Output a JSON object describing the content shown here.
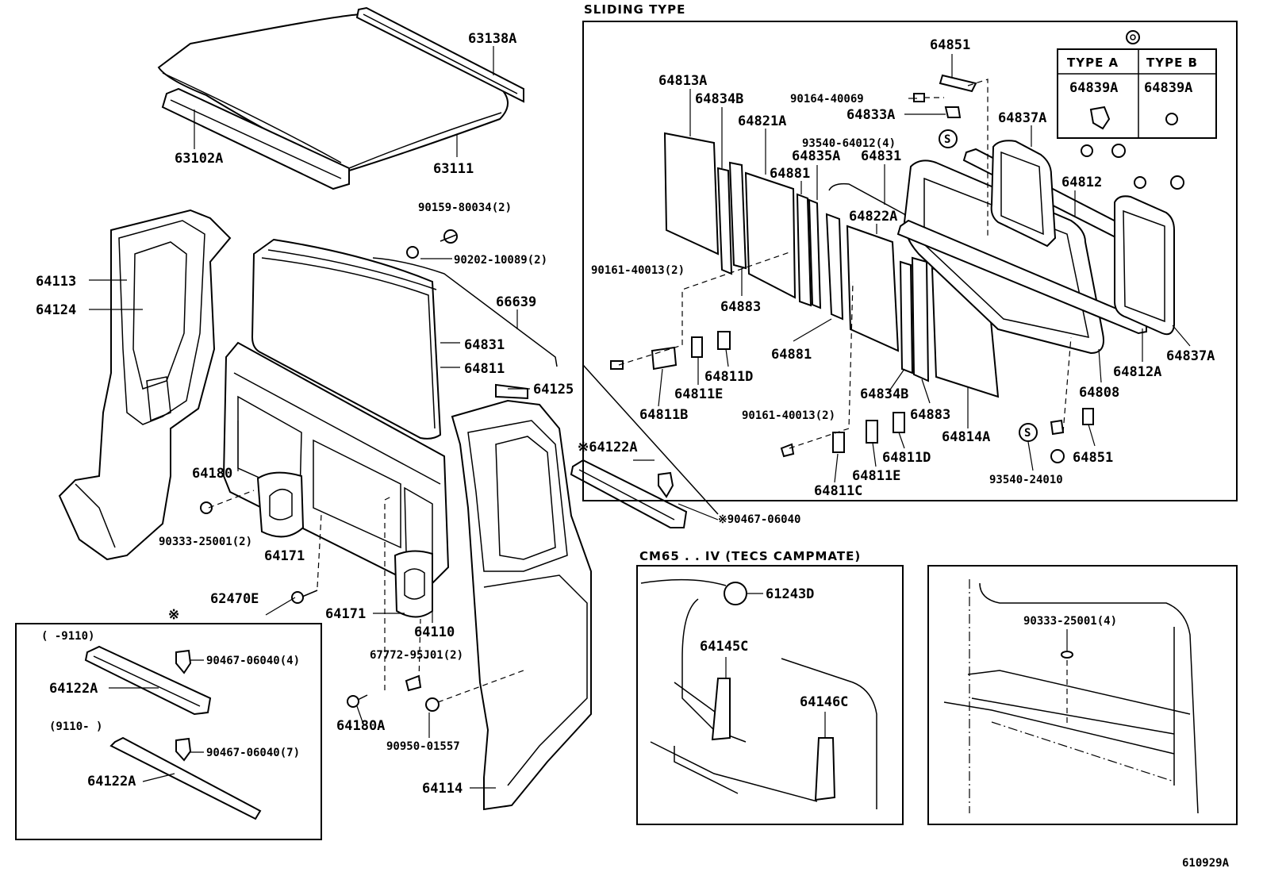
{
  "headers": {
    "sliding_type": "SLIDING TYPE",
    "campmate": "CM65 . . IV (TECS CAMPMATE)",
    "asterisk": "※",
    "range_1": "(      -9110)",
    "range_2": "(9110-       )",
    "type_a": "TYPE A",
    "type_b": "TYPE B",
    "s_mark": "S",
    "diagram_id": "610929A"
  },
  "labels": {
    "p63138A": "63138A",
    "p63111": "63111",
    "p63102A": "63102A",
    "p90159": "90159-80034(2)",
    "p90202": "90202-10089(2)",
    "p66639": "66639",
    "p64113": "64113",
    "p64124": "64124",
    "p64831": "64831",
    "p64811": "64811",
    "p64125": "64125",
    "p64180": "64180",
    "p90333": "90333-25001(2)",
    "p64171a": "64171",
    "p64171b": "64171",
    "p64110": "64110",
    "p62470E": "62470E",
    "p67772": "67772-95J01(2)",
    "p64180A": "64180A",
    "p90950": "90950-01557",
    "p64114": "64114",
    "p64122A_star": "※64122A",
    "p90467_star": "※90467-06040",
    "box_90467_4": "90467-06040(4)",
    "box_64122A_1": "64122A",
    "box_90467_7": "90467-06040(7)",
    "box_64122A_2": "64122A",
    "s64851_top": "64851",
    "s64813A": "64813A",
    "s64834B_top": "64834B",
    "s64821A": "64821A",
    "s90164": "90164-40069",
    "s64833A": "64833A",
    "s93540_4": "93540-64012(4)",
    "s64881_top": "64881",
    "s64835A": "64835A",
    "s64831": "64831",
    "s64837A_top": "64837A",
    "s64812": "64812",
    "s64822A": "64822A",
    "s90161_top": "90161-40013(2)",
    "s64883_top": "64883",
    "s64881_mid": "64881",
    "s64811D_top": "64811D",
    "s64811E_top": "64811E",
    "s64811B": "64811B",
    "s64834B_bot": "64834B",
    "s64883_bot": "64883",
    "s64814A": "64814A",
    "s64808": "64808",
    "s64812A": "64812A",
    "s64837A_bot": "64837A",
    "s90161_bot": "90161-40013(2)",
    "s64811D_bot": "64811D",
    "s64811E_bot": "64811E",
    "s64811C": "64811C",
    "s93540_24010": "93540-24010",
    "s64851_bot": "64851",
    "s64839A_a": "64839A",
    "s64839A_b": "64839A",
    "c61243D": "61243D",
    "c64145C": "64145C",
    "c64146C": "64146C",
    "c90333_4": "90333-25001(4)"
  }
}
